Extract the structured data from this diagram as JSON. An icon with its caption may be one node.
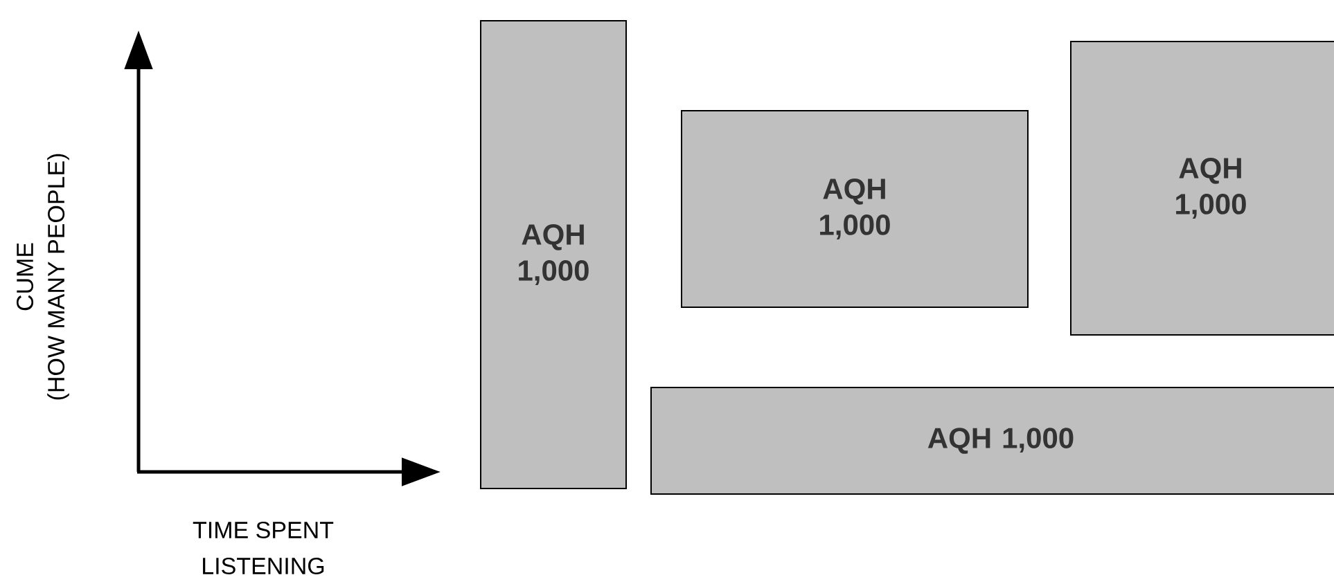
{
  "diagram": {
    "nodes": [
      {
        "text": [
          "AQH 1,000"
        ]
      },
      {
        "text": [
          "AQH 1,000"
        ]
      },
      {
        "text": [
          "AQH 1,000"
        ]
      },
      {
        "text": [
          "AQH 1,000"
        ]
      }
    ],
    "labels": [
      "CUME",
      "(HOW MANY PEOPLE)",
      "TIME SPENT",
      "LISTENING"
    ]
  }
}
